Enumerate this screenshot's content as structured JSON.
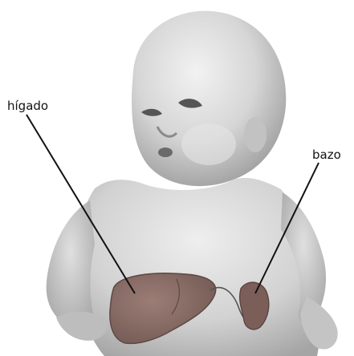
{
  "labels": {
    "liver": "hígado",
    "spleen": "bazo"
  },
  "colors": {
    "skin_light": "#e7e7e7",
    "skin_mid": "#c9c9c9",
    "skin_dark": "#9c9c9c",
    "organ": "#8c6f68",
    "organ_dark": "#6f5650",
    "leader_line": "#111111"
  },
  "icons": {
    "figure": "baby-torso-illustration"
  }
}
